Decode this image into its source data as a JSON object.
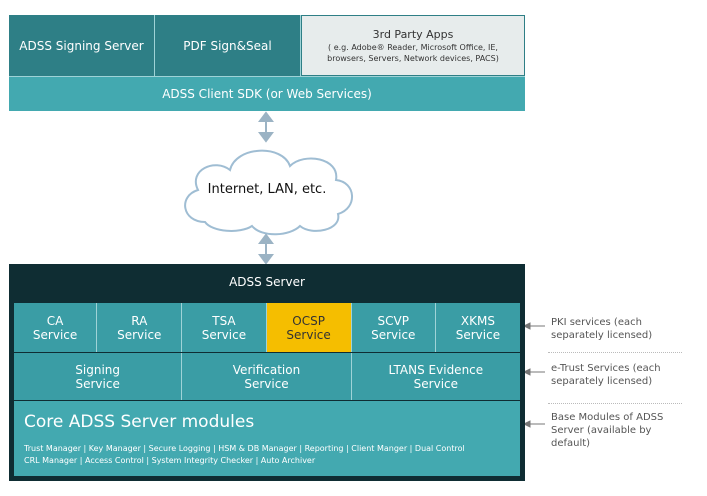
{
  "top": {
    "adss_signing_server": "ADSS Signing Server",
    "pdf_sign_seal": "PDF Sign&Seal",
    "third_party_title": "3rd Party Apps",
    "third_party_line1": "( e.g. Adobe® Reader, Microsoft Office, IE,",
    "third_party_line2": "browsers, Servers, Network devices, PACS)",
    "client_sdk": "ADSS Client SDK (or Web Services)"
  },
  "cloud": {
    "label": "Internet, LAN, etc."
  },
  "server": {
    "title": "ADSS Server",
    "pki_services": [
      {
        "line1": "CA",
        "line2": "Service"
      },
      {
        "line1": "RA",
        "line2": "Service"
      },
      {
        "line1": "TSA",
        "line2": "Service"
      },
      {
        "line1": "OCSP",
        "line2": "Service"
      },
      {
        "line1": "SCVP",
        "line2": "Service"
      },
      {
        "line1": "XKMS",
        "line2": "Service"
      }
    ],
    "etrust_services": [
      {
        "line1": "Signing",
        "line2": "Service"
      },
      {
        "line1": "Verification",
        "line2": "Service"
      },
      {
        "line1": "LTANS Evidence",
        "line2": "Service"
      }
    ],
    "core_title": "Core ADSS Server modules",
    "core_line1": "Trust Manager | Key Manager | Secure Logging | HSM & DB Manager | Reporting | Client Manger | Dual Control",
    "core_line2": "CRL Manager | Access Control | System Integrity Checker | Auto Archiver"
  },
  "notes": {
    "pki_line1": "PKI services (each",
    "pki_line2": "separately licensed)",
    "etrust_line1": "e-Trust Services (each",
    "etrust_line2": "separately licensed)",
    "base_line1": "Base Modules of ADSS",
    "base_line2": "Server (available by",
    "base_line3": "default)"
  },
  "colors": {
    "teal_dark": "#2e7f86",
    "teal_mid": "#3a9da5",
    "teal_light": "#43a9b0",
    "server_bg": "#0f2d33",
    "highlight": "#f5be00",
    "grey_box": "#e7ecec"
  }
}
